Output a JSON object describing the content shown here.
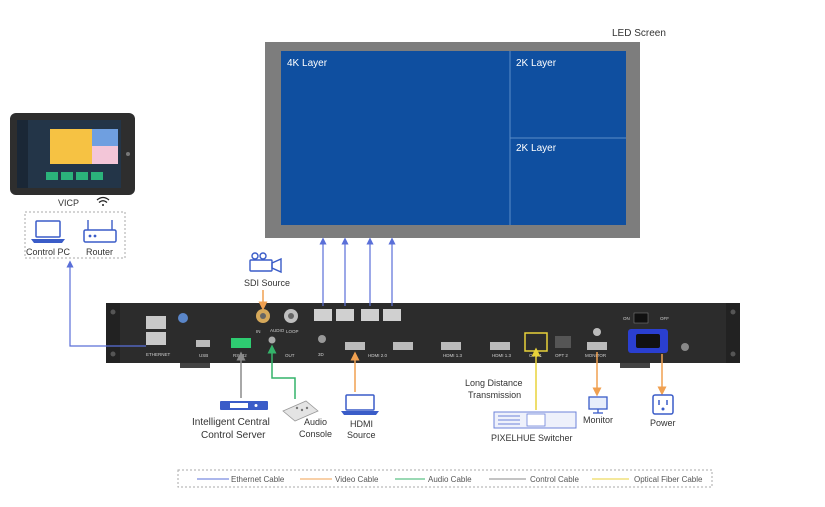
{
  "led_screen": {
    "title": "LED Screen",
    "layers": [
      "4K Layer",
      "2K Layer",
      "2K Layer"
    ],
    "colors": {
      "frame": "#7d7d7d",
      "panel": "#0f4fa0",
      "divider": "#5b8cc7"
    }
  },
  "devices": {
    "vicp": "VICP",
    "control_pc": "Control PC",
    "router": "Router",
    "sdi_source": "SDI Source",
    "central_control_line1": "Intelligent Central",
    "central_control_line2": "Control Server",
    "audio_console_line1": "Audio",
    "audio_console_line2": "Console",
    "hdmi_source_line1": "HDMI",
    "hdmi_source_line2": "Source",
    "long_distance_line1": "Long Distance",
    "long_distance_line2": "Transmission",
    "switcher": "PIXELHUE Switcher",
    "monitor": "Monitor",
    "power": "Power"
  },
  "panel_labels": {
    "ethernet": "ETHERNET",
    "usb": "USB",
    "rs232": "RS232",
    "audio": "AUDIO",
    "out": "OUT",
    "sdi_in": "IN",
    "loop": "LOOP",
    "three_d": "3D",
    "hdmi20": "HDMI 2.0",
    "hdmi13a": "HDMI 1.3",
    "hdmi13b": "HDMI 1.3",
    "opt1": "OPT 1",
    "opt2": "OPT 2",
    "monitor": "MONITOR",
    "on": "ON",
    "off": "OFF"
  },
  "legend": {
    "items": [
      {
        "label": "Ethernet Cable",
        "color": "#5a6fd8"
      },
      {
        "label": "Video Cable",
        "color": "#f0a050"
      },
      {
        "label": "Audio Cable",
        "color": "#34b36a"
      },
      {
        "label": "Control Cable",
        "color": "#8a8a8a"
      },
      {
        "label": "Optical Fiber Cable",
        "color": "#e8d23a"
      }
    ]
  },
  "cable_colors": {
    "ethernet": "#5a6fd8",
    "video": "#f0a050",
    "audio": "#34b36a",
    "control": "#8a8a8a",
    "fiber": "#e8d23a"
  },
  "icons": [
    "wifi-icon",
    "laptop-icon",
    "router-icon",
    "camera-icon",
    "server-icon",
    "mixer-icon",
    "laptop-icon",
    "switcher-icon",
    "monitor-icon",
    "power-outlet-icon"
  ]
}
